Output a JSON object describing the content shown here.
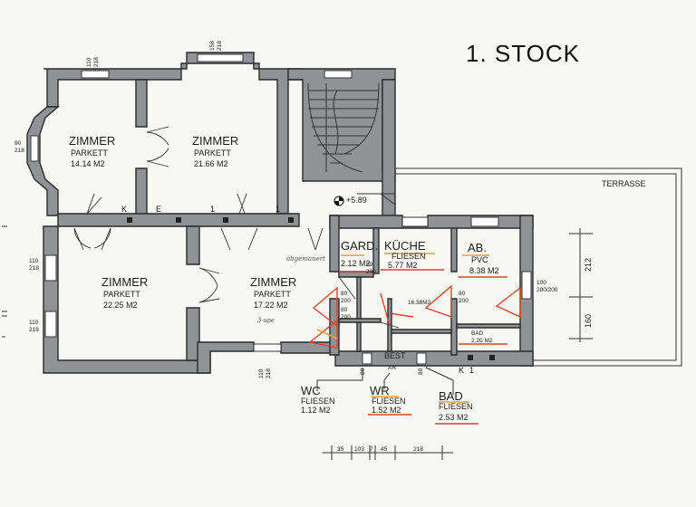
{
  "title": "1. STOCK",
  "terrace": "TERRASSE",
  "rooms": {
    "r1": {
      "name": "ZIMMER",
      "floor": "PARKETT",
      "area": "14.14 M2"
    },
    "r2": {
      "name": "ZIMMER",
      "floor": "PARKETT",
      "area": "21.66 M2"
    },
    "r3": {
      "name": "ZIMMER",
      "floor": "PARKETT",
      "area": "22.25 M2"
    },
    "r4": {
      "name": "ZIMMER",
      "floor": "PARKETT",
      "area": "17.22 M2"
    },
    "gard": {
      "name": "GARD.",
      "area": "2.12 M2"
    },
    "kueche": {
      "name": "KÜCHE",
      "floor": "FLIESEN",
      "area": "5.77 M2"
    },
    "ab": {
      "name": "AB.",
      "floor": "PVC",
      "area": "8.38 M2"
    },
    "wc": {
      "name": "WC",
      "floor": "FLIESEN",
      "area": "1.12 M2"
    },
    "wr": {
      "name": "WR",
      "floor": "FLIESEN",
      "area": "1.52 M2"
    },
    "bad": {
      "name": "BAD",
      "floor": "FLIESEN",
      "area": "2.53 M2"
    },
    "bad_small": {
      "name": "BAD",
      "area": "2.20 M2"
    }
  },
  "labels": {
    "level": "+5.89",
    "best": "BEST",
    "ar": "AR",
    "k1": "K",
    "e1": "E",
    "one1": "1",
    "one2": "1",
    "k2": "K",
    "one3": "1",
    "hand1": "abgemauert",
    "hand2": "3-spe"
  },
  "dimensions": {
    "d_110a": "110",
    "d_218a": "218",
    "d_158": "158",
    "d_218b": "218",
    "d_90": "90",
    "d_218c": "218",
    "d_110b": "110",
    "d_218d": "218",
    "d_110c": "110",
    "d_218e": "218",
    "d_110d": "110",
    "d_218f": "218",
    "d_80a": "80",
    "d_200a": "200",
    "d_80b": "80",
    "d_200b": "200",
    "d_80c": "80",
    "d_200c": "200",
    "d_80d": "80",
    "d_200d": "200",
    "d_100": "100",
    "d_280_200": "280/200",
    "d_212": "212",
    "d_160": "160",
    "d_16_38": "16.38M2",
    "d_80e": "80",
    "d_80f": "80",
    "b_35": "35",
    "b_103": "103",
    "b_7": "7",
    "b_45": "45",
    "b_218": "218"
  }
}
